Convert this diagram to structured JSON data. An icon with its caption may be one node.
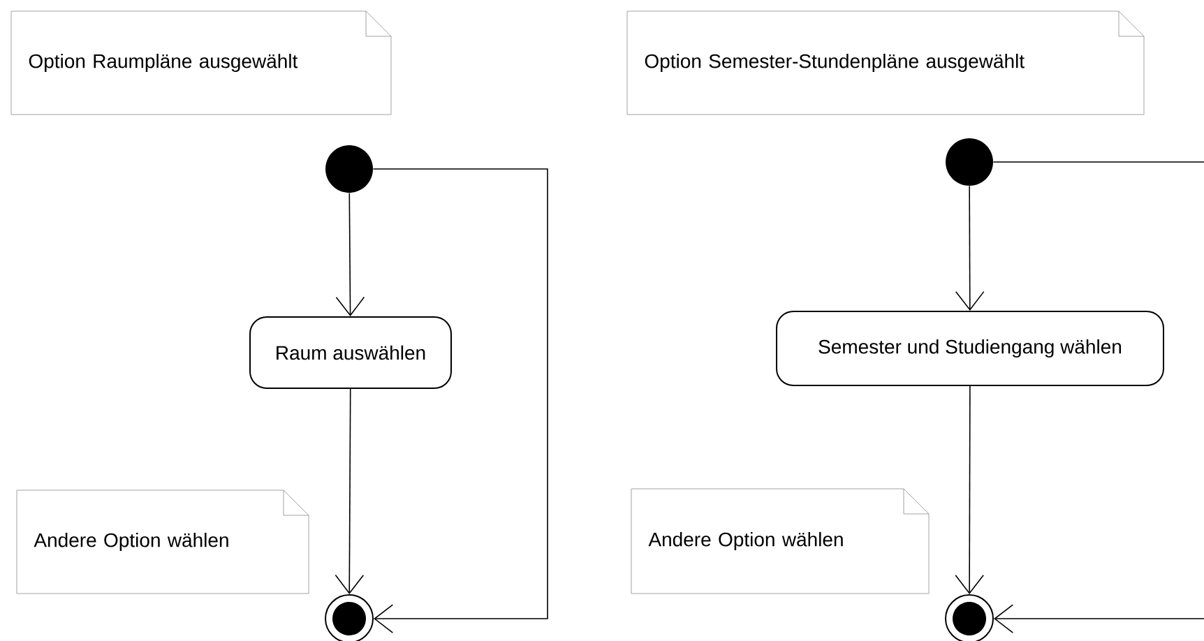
{
  "diagram": {
    "nodes": [
      {
        "text": [
          "Option Raumpläne ausgewählt"
        ]
      },
      {
        "text": [
          "Option Semester-Stundenpläne ausgewählt"
        ]
      },
      {
        "text": [],
        "shape": "circle"
      },
      {
        "text": [],
        "shape": "circle"
      },
      {
        "text": [
          "Raum auswählen"
        ]
      },
      {
        "text": [
          "Semester und Studiengang wählen"
        ]
      },
      {
        "text": [
          "Andere Option wählen"
        ]
      },
      {
        "text": [
          "Andere Option wählen"
        ]
      },
      {
        "text": [],
        "shape": "bullseye"
      },
      {
        "text": [],
        "shape": "bullseye"
      }
    ],
    "edges": [
      {
        "from": 2,
        "to": 4,
        "arrow": "to"
      },
      {
        "from": 4,
        "to": 8,
        "arrow": "to"
      },
      {
        "from": 2,
        "to": 8,
        "arrow": "to"
      },
      {
        "from": 3,
        "to": 5,
        "arrow": "to"
      },
      {
        "from": 5,
        "to": 9,
        "arrow": "to"
      },
      {
        "from": 3,
        "to": 9,
        "arrow": "to"
      }
    ]
  }
}
